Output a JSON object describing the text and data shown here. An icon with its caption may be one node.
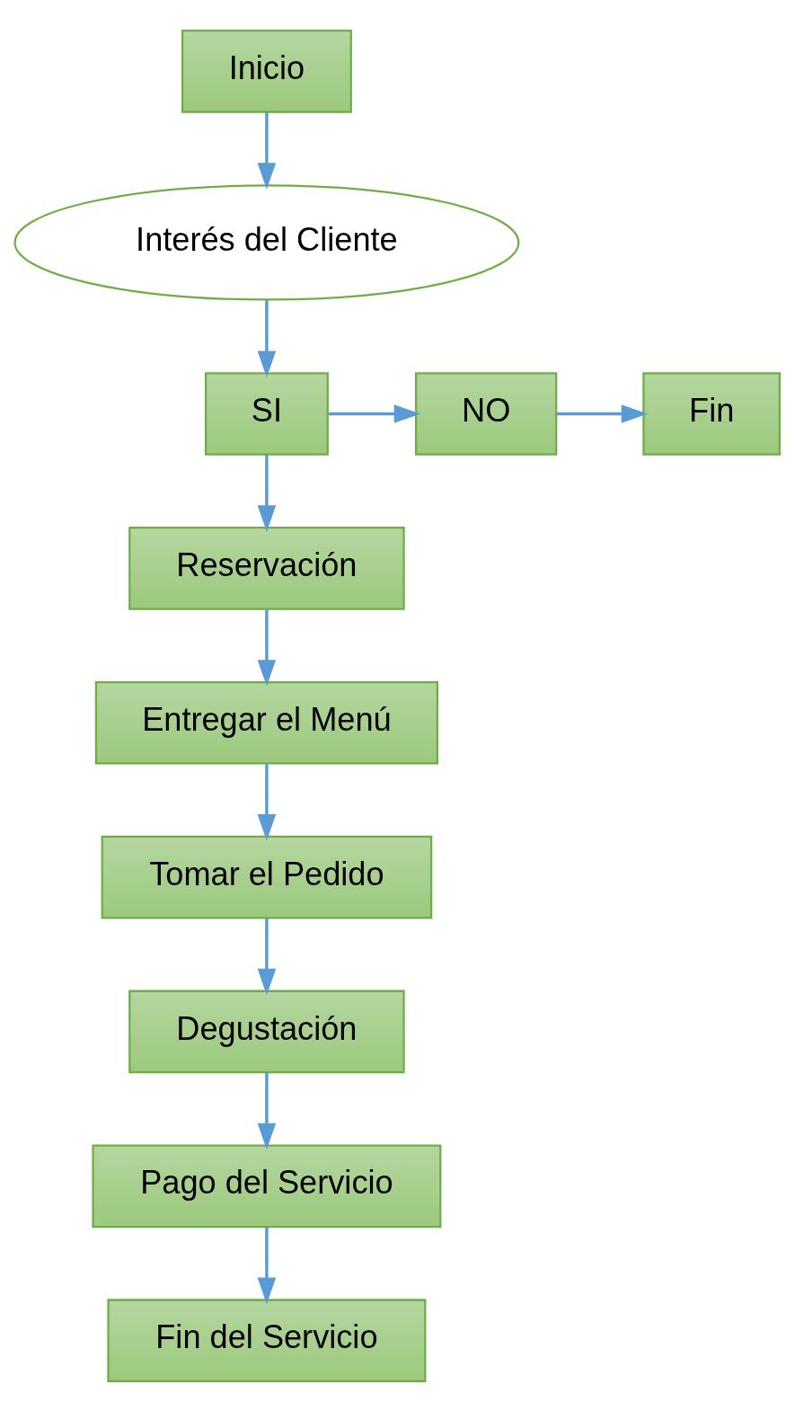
{
  "diagram": {
    "nodes": [
      {
        "text": [
          "Inicio"
        ]
      },
      {
        "text": [
          "Interés del Cliente"
        ]
      },
      {
        "text": [
          "SI"
        ]
      },
      {
        "text": [
          "NO"
        ]
      },
      {
        "text": [
          "Fin"
        ]
      },
      {
        "text": [
          "Reservación"
        ]
      },
      {
        "text": [
          "Entregar el Menú"
        ]
      },
      {
        "text": [
          "Tomar el Pedido"
        ]
      },
      {
        "text": [
          "Degustación"
        ]
      },
      {
        "text": [
          "Pago del Servicio"
        ]
      },
      {
        "text": [
          "Fin del Servicio"
        ]
      }
    ],
    "edges": [
      {
        "from": 0,
        "to": 1,
        "arrow": "to"
      },
      {
        "from": 1,
        "to": 2,
        "arrow": "to"
      },
      {
        "from": 2,
        "to": 3,
        "arrow": "to"
      },
      {
        "from": 3,
        "to": 4,
        "arrow": "to"
      },
      {
        "from": 2,
        "to": 5,
        "arrow": "to"
      },
      {
        "from": 5,
        "to": 6,
        "arrow": "to"
      },
      {
        "from": 6,
        "to": 7,
        "arrow": "to"
      },
      {
        "from": 7,
        "to": 8,
        "arrow": "to"
      },
      {
        "from": 8,
        "to": 9,
        "arrow": "to"
      },
      {
        "from": 9,
        "to": 10,
        "arrow": "to"
      }
    ]
  }
}
